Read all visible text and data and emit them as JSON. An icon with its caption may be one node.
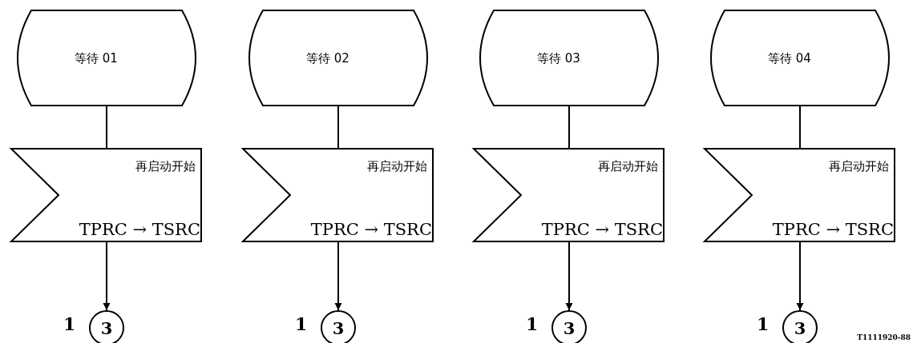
{
  "diagram": {
    "nodes": [
      {
        "text": [
          "等待 01"
        ]
      },
      {
        "text": [
          "再启动开始",
          "TPRC → TSRC"
        ]
      },
      {
        "text": [
          "3"
        ],
        "beside": [
          "1"
        ]
      },
      {
        "text": [
          "等待 02"
        ]
      },
      {
        "text": [
          "再启动开始",
          "TPRC → TSRC"
        ]
      },
      {
        "text": [
          "3"
        ],
        "beside": [
          "1"
        ]
      },
      {
        "text": [
          "等待 03"
        ]
      },
      {
        "text": [
          "再启动开始",
          "TPRC → TSRC"
        ]
      },
      {
        "text": [
          "3"
        ],
        "beside": [
          "1"
        ]
      },
      {
        "text": [
          "等待 04"
        ]
      },
      {
        "text": [
          "再启动开始",
          "TPRC → TSRC"
        ]
      },
      {
        "text": [
          "3"
        ],
        "beside": [
          "1"
        ]
      }
    ],
    "edges": [
      {
        "from": 0,
        "to": 1,
        "arrow": "none"
      },
      {
        "from": 1,
        "to": 2,
        "arrow": "to"
      },
      {
        "from": 3,
        "to": 4,
        "arrow": "none"
      },
      {
        "from": 4,
        "to": 5,
        "arrow": "to"
      },
      {
        "from": 6,
        "to": 7,
        "arrow": "none"
      },
      {
        "from": 7,
        "to": 8,
        "arrow": "to"
      },
      {
        "from": 9,
        "to": 10,
        "arrow": "none"
      },
      {
        "from": 10,
        "to": 11,
        "arrow": "to"
      }
    ],
    "labels": [
      "T1111920-88"
    ]
  }
}
